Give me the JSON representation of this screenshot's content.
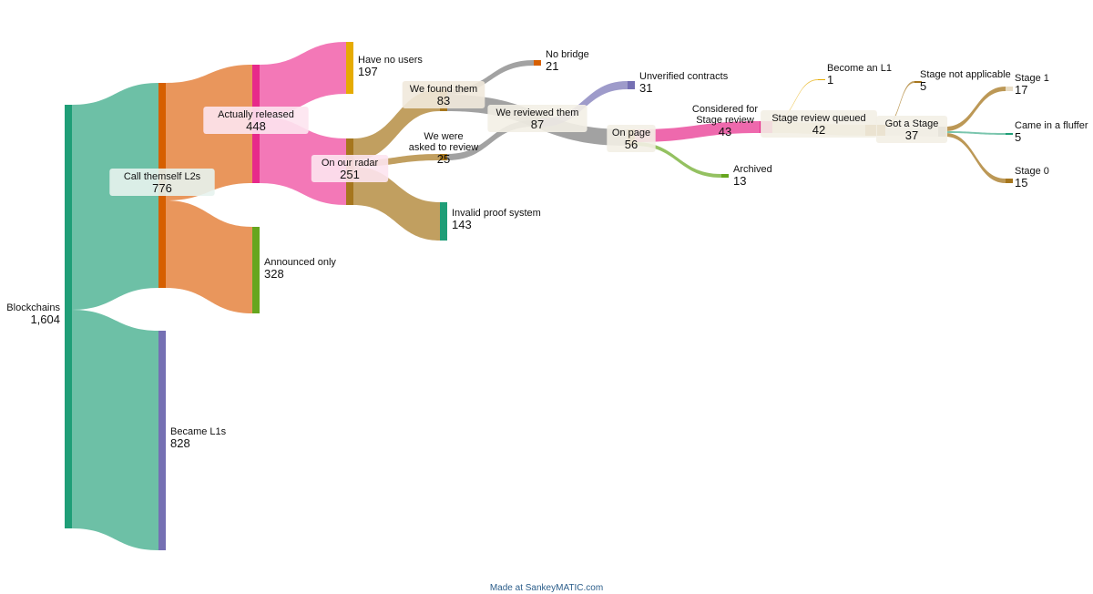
{
  "credit": "Made at SankeyMATIC.com",
  "chart_data": {
    "type": "sankey",
    "nodes": [
      {
        "id": "blockchains",
        "label": "Blockchains",
        "value": "1,604",
        "color": "#1f9e77"
      },
      {
        "id": "l2s",
        "label": "Call themself L2s",
        "value": "776",
        "color": "#d65f00"
      },
      {
        "id": "l1s",
        "label": "Became L1s",
        "value": "828",
        "color": "#7570b3"
      },
      {
        "id": "released",
        "label": "Actually released",
        "value": "448",
        "color": "#e7298a"
      },
      {
        "id": "announced",
        "label": "Announced only",
        "value": "328",
        "color": "#66a61e"
      },
      {
        "id": "nousers",
        "label": "Have no users",
        "value": "197",
        "color": "#e6ab02"
      },
      {
        "id": "radar",
        "label": "On our radar",
        "value": "251",
        "color": "#a6761d"
      },
      {
        "id": "found",
        "label": "We found them",
        "value": "83",
        "color": "#a6761d"
      },
      {
        "id": "asked",
        "label": "We were\nasked to review",
        "value": "25",
        "color": "#a6761d"
      },
      {
        "id": "invalid",
        "label": "Invalid proof system",
        "value": "143",
        "color": "#1f9e77"
      },
      {
        "id": "nobridge",
        "label": "No bridge",
        "value": "21",
        "color": "#d65f00"
      },
      {
        "id": "reviewed",
        "label": "We reviewed them",
        "value": "87",
        "color": "#7a7a7a"
      },
      {
        "id": "unverified",
        "label": "Unverified contracts",
        "value": "31",
        "color": "#7570b3"
      },
      {
        "id": "onpage",
        "label": "On page",
        "value": "56",
        "color": "#a6761d"
      },
      {
        "id": "archived",
        "label": "Archived",
        "value": "13",
        "color": "#66a61e"
      },
      {
        "id": "considered",
        "label": "Considered for\nStage review",
        "value": "43",
        "color": "#e7298a"
      },
      {
        "id": "becomel1",
        "label": "Become an L1",
        "value": "1",
        "color": "#e6ab02"
      },
      {
        "id": "queued",
        "label": "Stage review queued",
        "value": "42",
        "color": "#a6761d"
      },
      {
        "id": "notapplicable",
        "label": "Stage not applicable",
        "value": "5",
        "color": "#a6761d"
      },
      {
        "id": "gotstage",
        "label": "Got a Stage",
        "value": "37",
        "color": "#7a7a7a"
      },
      {
        "id": "stage1",
        "label": "Stage 1",
        "value": "17",
        "color": "#e8dcc4"
      },
      {
        "id": "fluffer",
        "label": "Came in a fluffer",
        "value": "5",
        "color": "#1f9e77"
      },
      {
        "id": "stage0",
        "label": "Stage 0",
        "value": "15",
        "color": "#a6761d"
      }
    ],
    "links": [
      {
        "source": "blockchains",
        "target": "l2s",
        "value": 776
      },
      {
        "source": "blockchains",
        "target": "l1s",
        "value": 828
      },
      {
        "source": "l2s",
        "target": "released",
        "value": 448
      },
      {
        "source": "l2s",
        "target": "announced",
        "value": 328
      },
      {
        "source": "released",
        "target": "nousers",
        "value": 197
      },
      {
        "source": "released",
        "target": "radar",
        "value": 251
      },
      {
        "source": "radar",
        "target": "found",
        "value": 83
      },
      {
        "source": "radar",
        "target": "asked",
        "value": 25
      },
      {
        "source": "radar",
        "target": "invalid",
        "value": 143
      },
      {
        "source": "found",
        "target": "nobridge",
        "value": 21
      },
      {
        "source": "found",
        "target": "onpage",
        "value": 62
      },
      {
        "source": "asked",
        "target": "reviewed",
        "value": 25
      },
      {
        "source": "reviewed",
        "target": "unverified",
        "value": 31
      },
      {
        "source": "onpage",
        "target": "considered",
        "value": 43
      },
      {
        "source": "onpage",
        "target": "archived",
        "value": 13
      },
      {
        "source": "considered",
        "target": "becomel1",
        "value": 1
      },
      {
        "source": "considered",
        "target": "queued",
        "value": 42
      },
      {
        "source": "queued",
        "target": "notapplicable",
        "value": 5
      },
      {
        "source": "queued",
        "target": "gotstage",
        "value": 37
      },
      {
        "source": "gotstage",
        "target": "stage1",
        "value": 17
      },
      {
        "source": "gotstage",
        "target": "fluffer",
        "value": 5
      },
      {
        "source": "gotstage",
        "target": "stage0",
        "value": 15
      }
    ]
  }
}
